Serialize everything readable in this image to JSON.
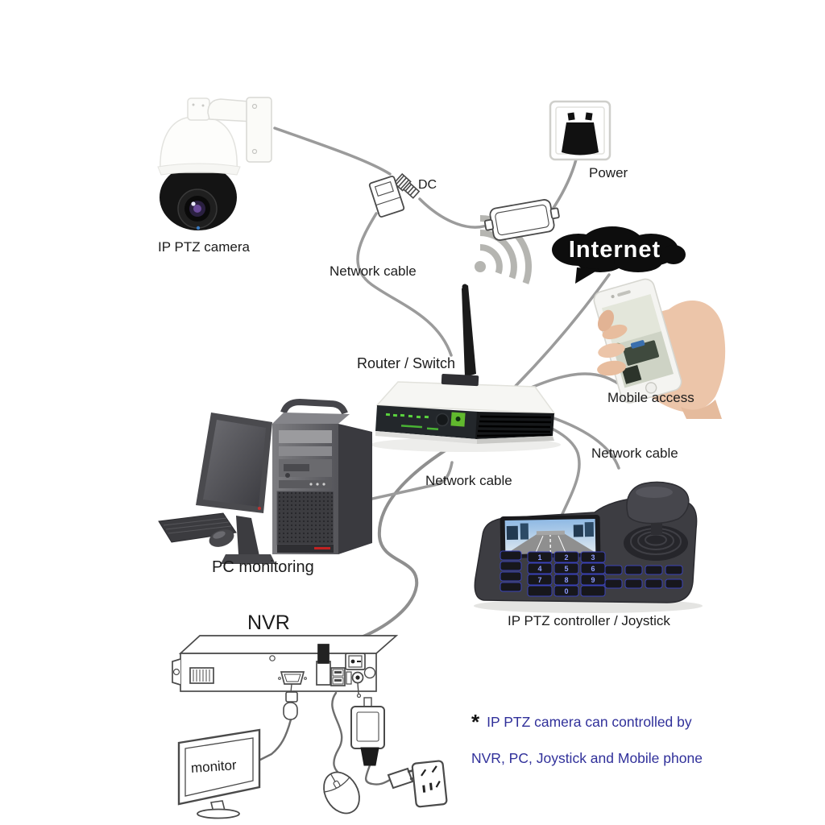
{
  "labels": {
    "camera": "IP PTZ camera",
    "power": "Power",
    "dc": "DC",
    "network_cable_top": "Network cable",
    "router": "Router / Switch",
    "internet": "Internet",
    "mobile": "Mobile access",
    "network_cable_right": "Network cable",
    "network_cable_mid": "Network cable",
    "pc": "PC monitoring",
    "nvr": "NVR",
    "joystick": "IP PTZ controller / Joystick",
    "monitor": "monitor"
  },
  "note": {
    "asterisk": "*",
    "line1": "IP PTZ camera can controlled by",
    "line2": "NVR, PC, Joystick and Mobile phone"
  },
  "joystick_keypad": {
    "digits": [
      "1",
      "2",
      "3",
      "4",
      "5",
      "6",
      "7",
      "8",
      "9",
      "0"
    ]
  },
  "colors": {
    "cable_gray": "#9b9b9b",
    "line_art": "#4a4a4a",
    "router_green": "#61b92e",
    "key_glow_blue": "#8d9bff",
    "note_blue": "#30309a",
    "internet_cloud": "#0d0d0d"
  }
}
